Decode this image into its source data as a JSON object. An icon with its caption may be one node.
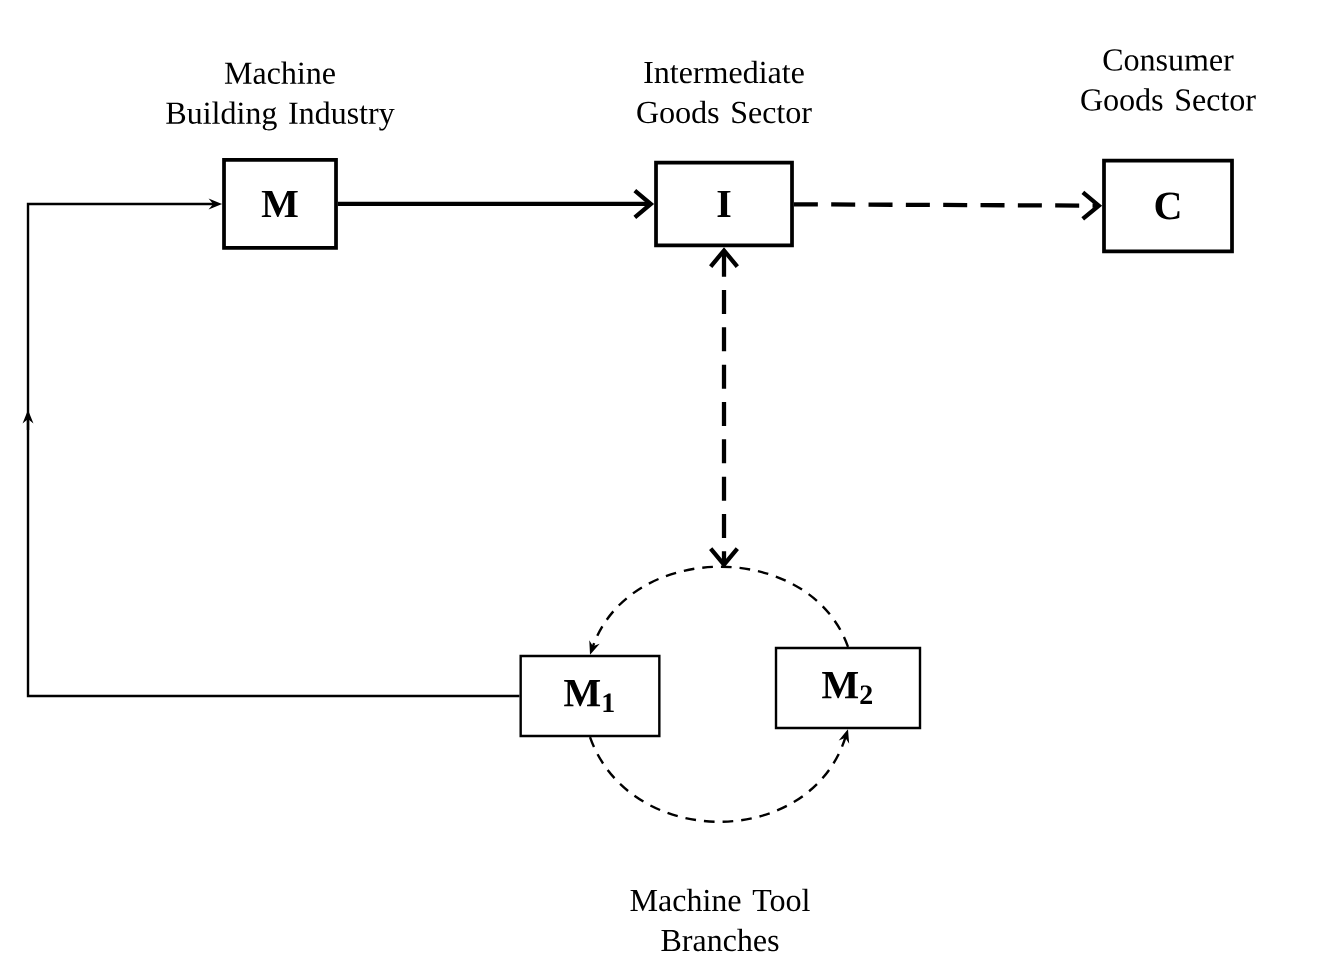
{
  "diagram": {
    "nodes": [
      {
        "text": [
          "M"
        ],
        "beside": [
          "Machine Building Industry"
        ]
      },
      {
        "text": [
          "I"
        ],
        "beside": [
          "Intermediate Goods Sector"
        ]
      },
      {
        "text": [
          "C"
        ],
        "beside": [
          "Consumer Goods Sector"
        ]
      },
      {
        "text": [
          "M$_{1}$"
        ]
      },
      {
        "text": [
          "M$_{2}$"
        ]
      }
    ],
    "edges": [
      {
        "from": 0,
        "to": 1,
        "arrow": "to"
      },
      {
        "from": 1,
        "to": 2,
        "arrow": "to",
        "style": "dashed"
      },
      {
        "from": 1,
        "to": null,
        "arrow": "both",
        "style": "dashed"
      },
      {
        "from": 4,
        "to": 3,
        "arrow": "to",
        "style": "dashed"
      },
      {
        "from": 3,
        "to": 4,
        "arrow": "to",
        "style": "dashed"
      },
      {
        "from": 3,
        "to": 0,
        "arrow": "to"
      }
    ],
    "labels": [
      "Machine Tool Branches"
    ]
  }
}
